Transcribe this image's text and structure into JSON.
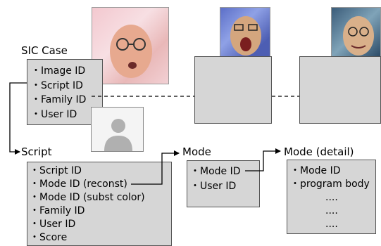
{
  "sic_case": {
    "title": "SIC Case",
    "fields": [
      "・Image ID",
      "・Script ID",
      "・Family ID",
      "・User ID"
    ]
  },
  "script": {
    "title": "Script",
    "fields": [
      "・Script ID",
      "・Mode ID (reconst)",
      "・Mode ID (subst color)",
      "・Family ID",
      "・User ID",
      "・Score"
    ]
  },
  "mode": {
    "title": "Mode",
    "fields": [
      "・Mode ID",
      "・User ID"
    ]
  },
  "mode_detail": {
    "title": "Mode (detail)",
    "fields": [
      "・Mode ID",
      "・program body",
      "....",
      "....",
      "...."
    ]
  },
  "colors": {
    "box_fill": "#d6d6d6",
    "box_border": "#555555",
    "connector": "#000000"
  },
  "icons": [
    "user-placeholder-icon",
    "arrow-right-icon"
  ]
}
